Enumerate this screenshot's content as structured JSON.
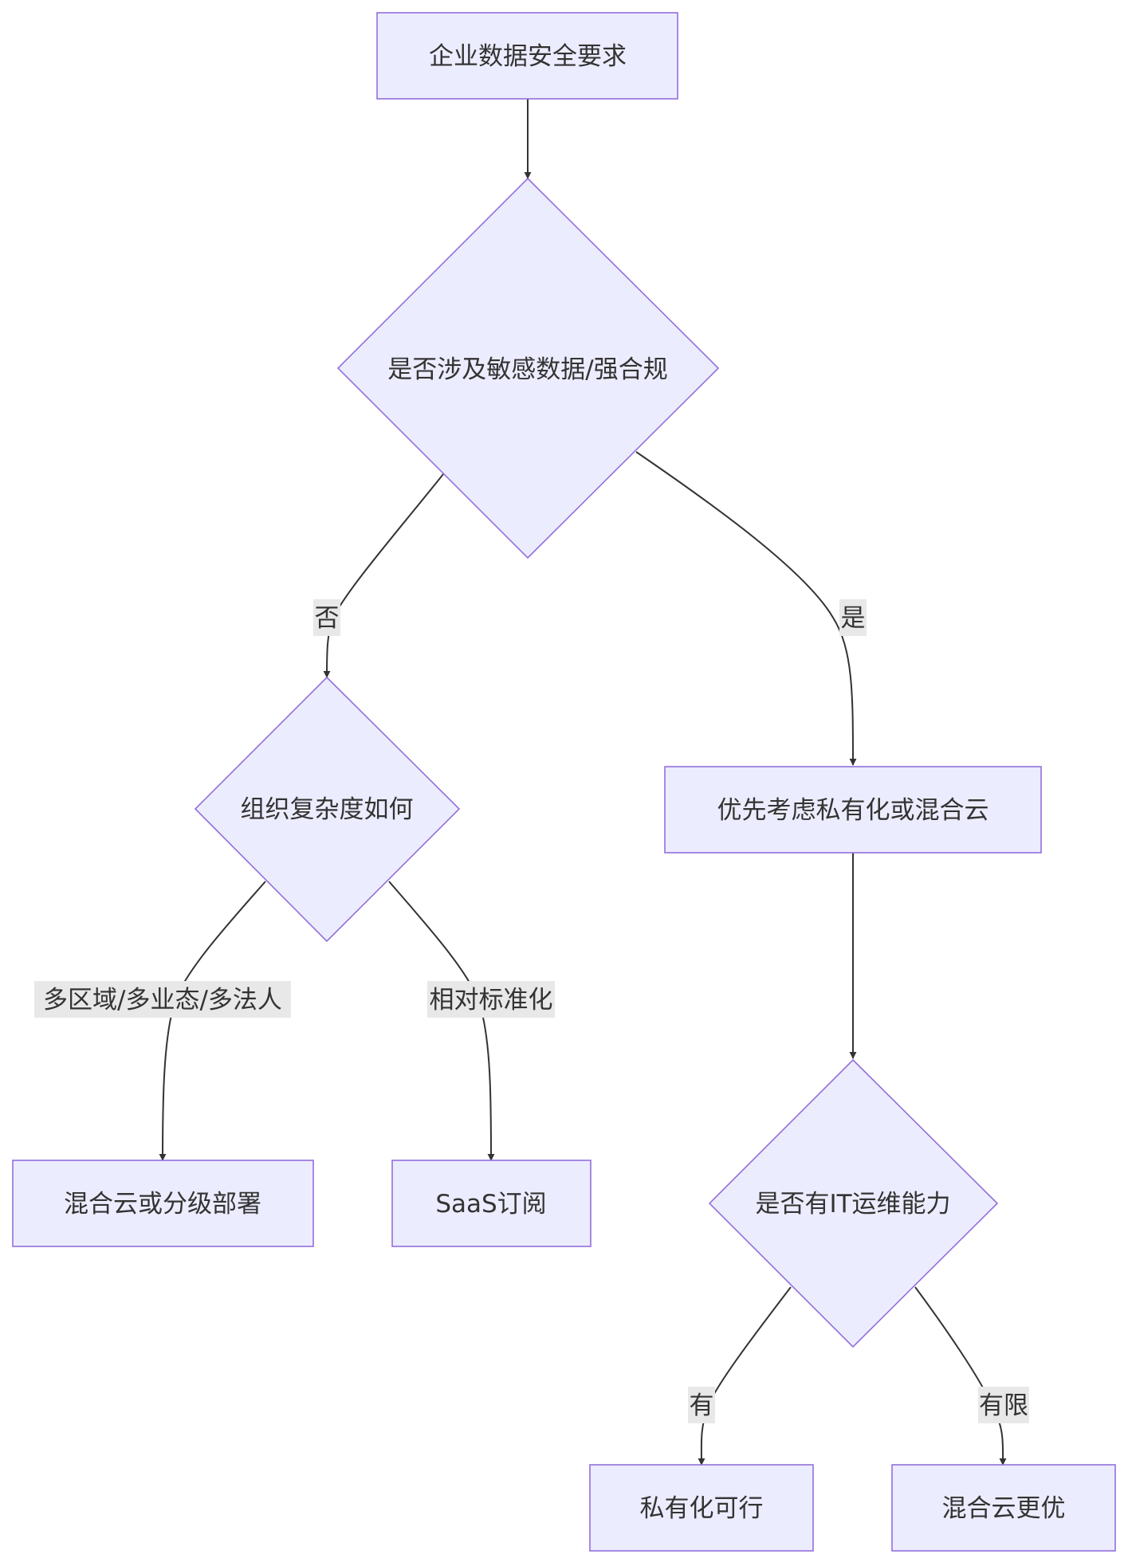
{
  "diagram": {
    "nodes": {
      "start": "企业数据安全要求",
      "q_sensitive": "是否涉及敏感数据/强合规",
      "q_complexity": "组织复杂度如何",
      "private_or_hybrid": "优先考虑私有化或混合云",
      "hybrid_tiered": "混合云或分级部署",
      "saas": "SaaS订阅",
      "q_it_ops": "是否有IT运维能力",
      "private_ok": "私有化可行",
      "hybrid_better": "混合云更优"
    },
    "edges": {
      "no": "否",
      "yes": "是",
      "multi": "多区域/多业态/多法人",
      "standard": "相对标准化",
      "has": "有",
      "limited": "有限"
    }
  }
}
